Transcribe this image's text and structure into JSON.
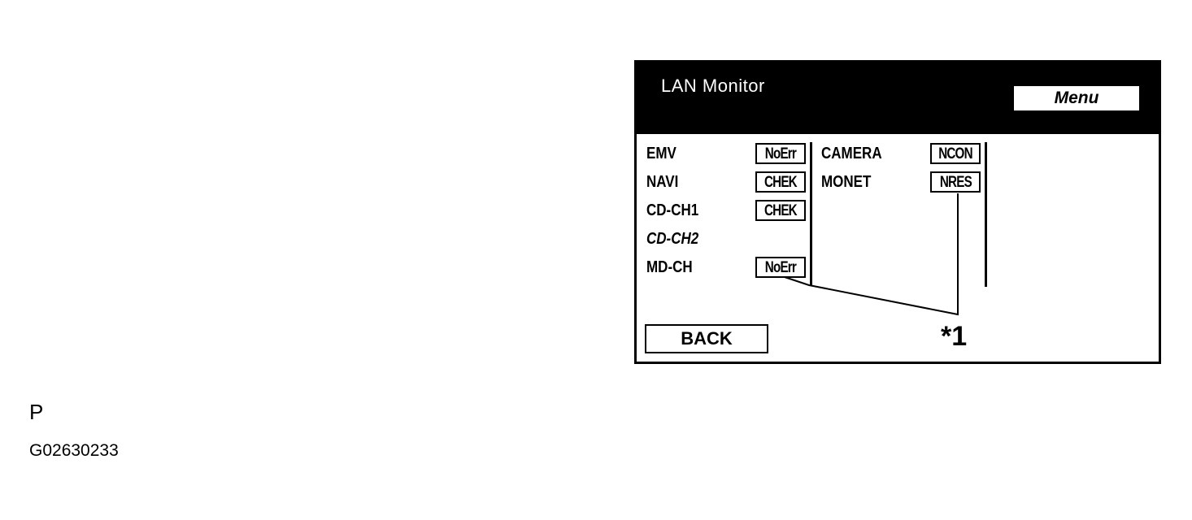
{
  "screen": {
    "title": "LAN Monitor",
    "menu_label": "Menu",
    "back_label": "BACK",
    "left_column": [
      {
        "name": "EMV",
        "status": "NoErr"
      },
      {
        "name": "NAVI",
        "status": "CHEK"
      },
      {
        "name": "CD-CH1",
        "status": "CHEK"
      },
      {
        "name": "CD-CH2",
        "status": ""
      },
      {
        "name": "MD-CH",
        "status": "NoErr"
      }
    ],
    "right_column": [
      {
        "name": "CAMERA",
        "status": "NCON"
      },
      {
        "name": "MONET",
        "status": "NRES"
      }
    ],
    "annotation": "*1"
  },
  "figure": {
    "ref_letter": "P",
    "ref_code": "G02630233"
  }
}
